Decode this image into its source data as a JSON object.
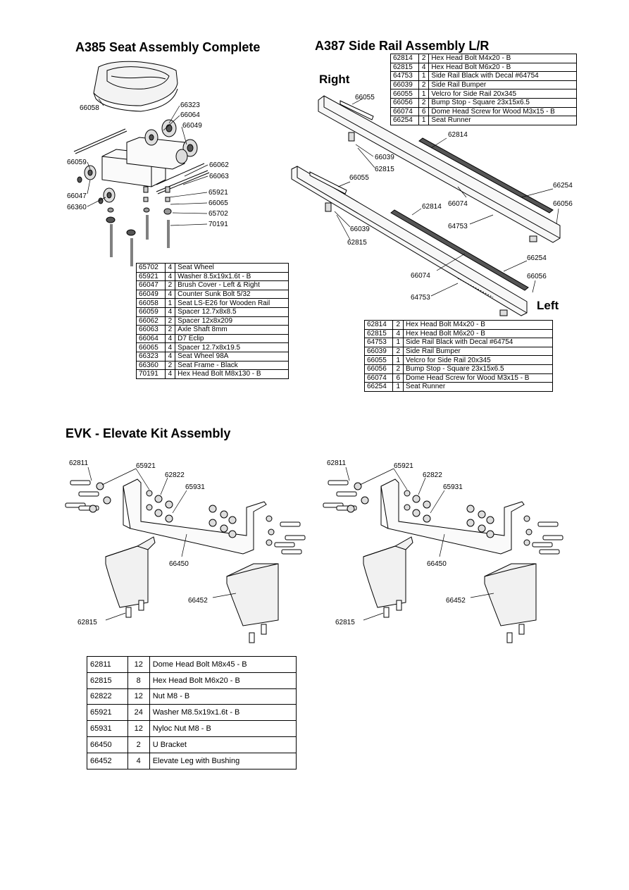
{
  "seat": {
    "title": "A385  Seat Assembly Complete",
    "callouts": [
      "66058",
      "66323",
      "66064",
      "66049",
      "66059",
      "66047",
      "66360",
      "66062",
      "66063",
      "65921",
      "66065",
      "65702",
      "70191"
    ],
    "parts": [
      [
        "65702",
        "4",
        "Seat Wheel"
      ],
      [
        "65921",
        "4",
        "Washer 8.5x19x1.6t - B"
      ],
      [
        "66047",
        "2",
        "Brush Cover - Left & Right"
      ],
      [
        "66049",
        "4",
        "Counter Sunk Bolt 5/32"
      ],
      [
        "66058",
        "1",
        "Seat LS-E26 for Wooden Rail"
      ],
      [
        "66059",
        "4",
        "Spacer 12.7x8x8.5"
      ],
      [
        "66062",
        "2",
        "Spacer 12x8x209"
      ],
      [
        "66063",
        "2",
        "Axle Shaft 8mm"
      ],
      [
        "66064",
        "4",
        "D7 Eclip"
      ],
      [
        "66065",
        "4",
        "Spacer 12.7x8x19.5"
      ],
      [
        "66323",
        "4",
        "Seat Wheel 98A"
      ],
      [
        "66360",
        "2",
        "Seat Frame - Black"
      ],
      [
        "70191",
        "4",
        "Hex Head Bolt M8x130 - B"
      ]
    ]
  },
  "rail": {
    "title": "A387 Side Rail Assembly L/R",
    "right_label": "Right",
    "left_label": "Left",
    "callouts_right": [
      "66055",
      "66039",
      "62815",
      "62814",
      "66074",
      "64753",
      "66254",
      "66056"
    ],
    "callouts_left": [
      "66055",
      "66039",
      "62815",
      "62814",
      "66074",
      "64753",
      "66254",
      "66056"
    ],
    "parts_top": [
      [
        "62814",
        "2",
        "Hex Head Bolt M4x20 - B"
      ],
      [
        "62815",
        "4",
        "Hex Head Bolt M6x20 - B"
      ],
      [
        "64753",
        "1",
        "Side Rail Black with Decal #64754"
      ],
      [
        "66039",
        "2",
        "Side Rail Bumper"
      ],
      [
        "66055",
        "1",
        "Velcro for Side Rail 20x345"
      ],
      [
        "66056",
        "2",
        "Bump Stop - Square 23x15x6.5"
      ],
      [
        "66074",
        "6",
        "Dome Head Screw for Wood M3x15 - B"
      ],
      [
        "66254",
        "1",
        "Seat Runner"
      ]
    ],
    "parts_bottom": [
      [
        "62814",
        "2",
        "Hex Head Bolt M4x20 - B"
      ],
      [
        "62815",
        "4",
        "Hex Head Bolt M6x20 - B"
      ],
      [
        "64753",
        "1",
        "Side Rail Black with Decal #64754"
      ],
      [
        "66039",
        "2",
        "Side Rail Bumper"
      ],
      [
        "66055",
        "1",
        "Velcro for Side Rail 20x345"
      ],
      [
        "66056",
        "2",
        "Bump Stop - Square 23x15x6.5"
      ],
      [
        "66074",
        "6",
        "Dome Head Screw for Wood M3x15 - B"
      ],
      [
        "66254",
        "1",
        "Seat Runner"
      ]
    ]
  },
  "evk": {
    "title": "EVK - Elevate Kit Assembly",
    "callouts_left": [
      "62811",
      "65921",
      "62822",
      "65931",
      "66450",
      "66452",
      "62815"
    ],
    "callouts_right": [
      "62811",
      "65921",
      "62822",
      "65931",
      "66450",
      "66452",
      "62815"
    ],
    "parts": [
      [
        "62811",
        "12",
        "Dome Head Bolt M8x45 - B"
      ],
      [
        "62815",
        "8",
        "Hex Head Bolt M6x20 - B"
      ],
      [
        "62822",
        "12",
        "Nut M8 - B"
      ],
      [
        "65921",
        "24",
        "Washer M8.5x19x1.6t - B"
      ],
      [
        "65931",
        "12",
        "Nyloc Nut M8 - B"
      ],
      [
        "66450",
        "2",
        "U Bracket"
      ],
      [
        "66452",
        "4",
        "Elevate Leg with Bushing"
      ]
    ]
  }
}
